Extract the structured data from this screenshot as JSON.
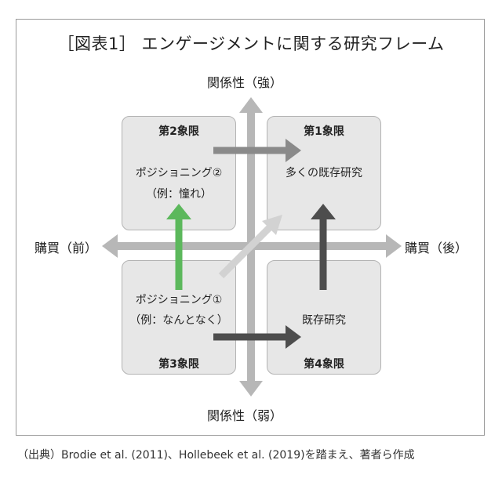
{
  "title": "［図表1］ エンゲージメントに関する研究フレーム",
  "axes": {
    "top": "関係性（強）",
    "bottom": "関係性（弱）",
    "left": "購買（前）",
    "right": "購買（後）"
  },
  "quadrants": {
    "q1": {
      "title": "第1象限",
      "body": "多くの既存研究"
    },
    "q2": {
      "title": "第2象限",
      "body_line1": "ポジショニング②",
      "body_line2": "（例：憧れ）"
    },
    "q3": {
      "title": "第3象限",
      "body_line1": "ポジショニング①",
      "body_line2": "（例：なんとなく）"
    },
    "q4": {
      "title": "第4象限",
      "body": "既存研究"
    }
  },
  "colors": {
    "axis": "#b7b7b7",
    "quadrant_fill": "#e7e7e7",
    "arrow_mid_gray": "#8a8a8a",
    "arrow_dark": "#4d4d4d",
    "arrow_green": "#5cb85c",
    "arrow_light": "#d2d2d2"
  },
  "source": "（出典）Brodie et al. (2011)、Hollebeek et al. (2019)を踏まえ、著者ら作成"
}
